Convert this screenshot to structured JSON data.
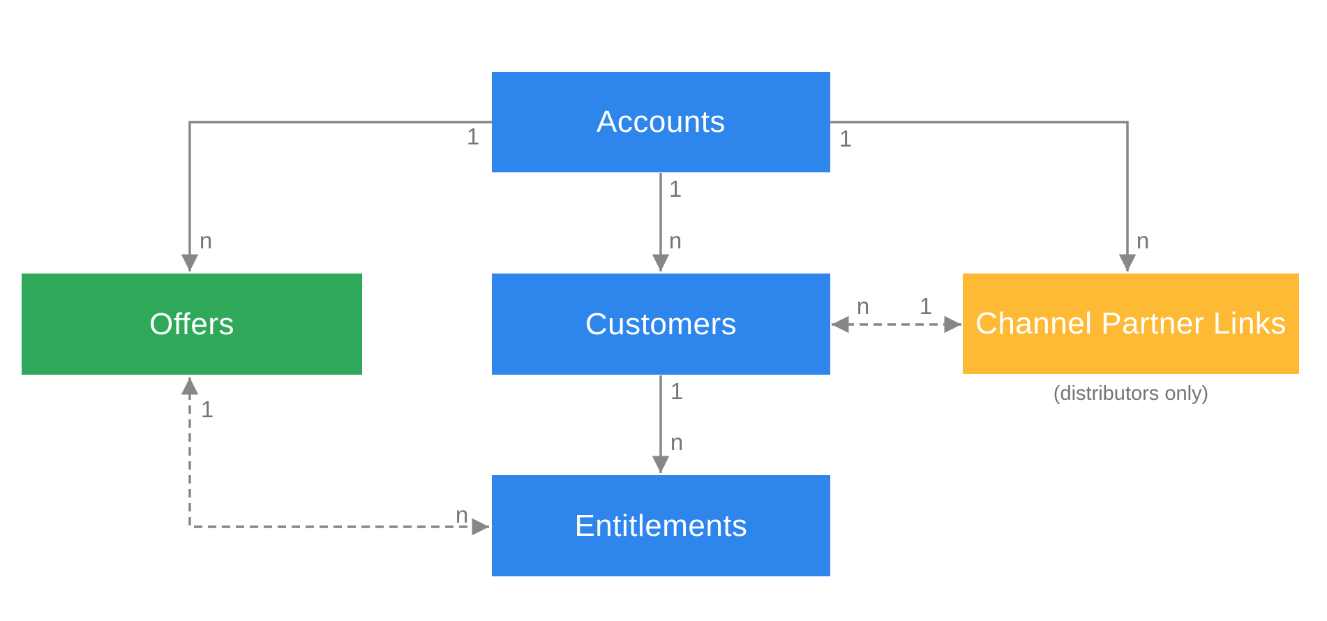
{
  "diagram": {
    "type": "entity-relationship",
    "background": "#ffffff",
    "nodes": {
      "accounts": {
        "label": "Accounts",
        "color": "#2e86ec",
        "text_color": "#ffffff"
      },
      "offers": {
        "label": "Offers",
        "color": "#2fa85a",
        "text_color": "#ffffff"
      },
      "customers": {
        "label": "Customers",
        "color": "#2e86ec",
        "text_color": "#ffffff"
      },
      "channel_partner_links": {
        "label": "Channel Partner Links",
        "color": "#feba35",
        "text_color": "#ffffff",
        "caption": "(distributors only)"
      },
      "entitlements": {
        "label": "Entitlements",
        "color": "#2e86ec",
        "text_color": "#ffffff"
      }
    },
    "edges": [
      {
        "id": "accounts-offers",
        "from": "accounts",
        "to": "offers",
        "style": "solid",
        "direction": "one-way",
        "from_label": "1",
        "to_label": "n"
      },
      {
        "id": "accounts-customers",
        "from": "accounts",
        "to": "customers",
        "style": "solid",
        "direction": "one-way",
        "from_label": "1",
        "to_label": "n"
      },
      {
        "id": "accounts-channel-partner-links",
        "from": "accounts",
        "to": "channel_partner_links",
        "style": "solid",
        "direction": "one-way",
        "from_label": "1",
        "to_label": "n"
      },
      {
        "id": "customers-entitlements",
        "from": "customers",
        "to": "entitlements",
        "style": "solid",
        "direction": "one-way",
        "from_label": "1",
        "to_label": "n"
      },
      {
        "id": "customers-channel-partner-links",
        "from": "customers",
        "to": "channel_partner_links",
        "style": "dashed",
        "direction": "two-way",
        "customers_end_label": "n",
        "links_end_label": "1"
      },
      {
        "id": "offers-entitlements",
        "from": "offers",
        "to": "entitlements",
        "style": "dashed",
        "direction": "two-way",
        "offers_end_label": "1",
        "entitlements_end_label": "n"
      }
    ],
    "colors": {
      "edge_line": "#878787",
      "edge_label": "#757575"
    }
  }
}
